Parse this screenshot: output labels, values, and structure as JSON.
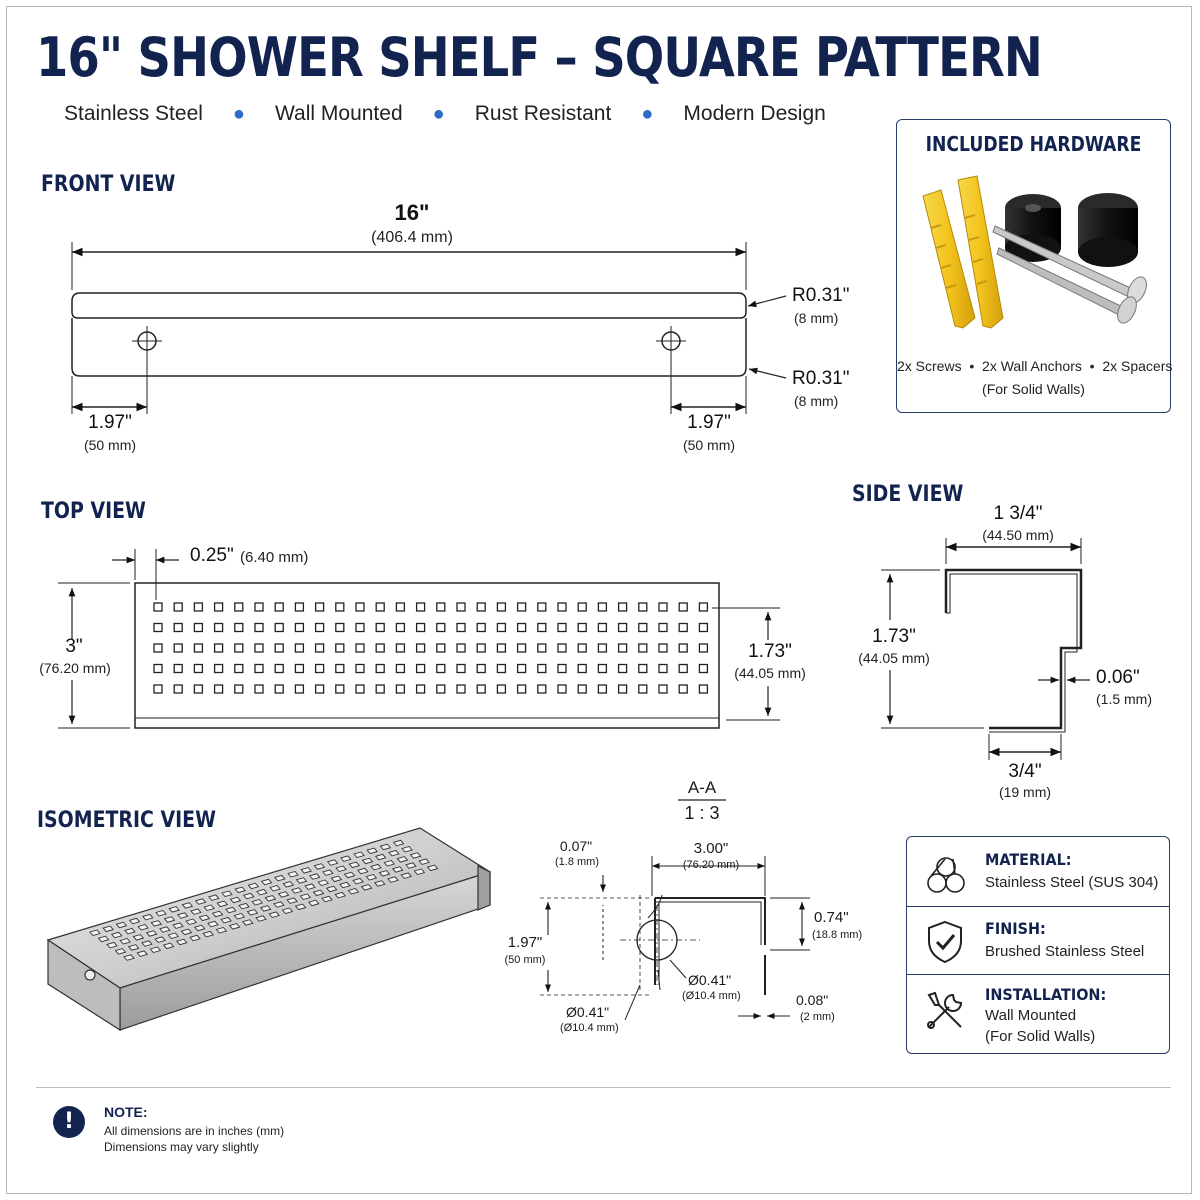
{
  "title": "16\" SHOWER SHELF – SQUARE PATTERN",
  "features": [
    "Stainless Steel",
    "Wall Mounted",
    "Rust Resistant",
    "Modern Design"
  ],
  "front_view": {
    "heading": "FRONT VIEW",
    "length": "16\"",
    "length_mm": "(406.4 mm)",
    "radius_top": "R0.31\"",
    "radius_top_mm": "(8 mm)",
    "radius_bottom": "R0.31\"",
    "radius_bottom_mm": "(8 mm)",
    "left_offset": "1.97\"",
    "left_offset_mm": "(50 mm)",
    "right_offset": "1.97\"",
    "right_offset_mm": "(50 mm)"
  },
  "top_view": {
    "heading": "TOP VIEW",
    "edge": "0.25\"",
    "edge_mm": "(6.40 mm)",
    "depth": "3\"",
    "depth_mm": "(76.20 mm)",
    "pattern": "1.73\"",
    "pattern_mm": "(44.05 mm)"
  },
  "side_view": {
    "heading": "SIDE VIEW",
    "top": "1 3/4\"",
    "top_mm": "(44.50 mm)",
    "height": "1.73\"",
    "height_mm": "(44.05 mm)",
    "thickness": "0.06\"",
    "thickness_mm": "(1.5 mm)",
    "bottom": "3/4\"",
    "bottom_mm": "(19 mm)"
  },
  "isometric_view": {
    "heading": "ISOMETRIC VIEW"
  },
  "section": {
    "label": "A-A",
    "scale": "1 : 3",
    "t1": "0.07\"",
    "t1_mm": "(1.8 mm)",
    "width": "3.00\"",
    "width_mm": "(76.20 mm)",
    "lip": "0.74\"",
    "lip_mm": "(18.8 mm)",
    "height": "1.97\"",
    "height_mm": "(50 mm)",
    "hole_right": "Ø0.41\"",
    "hole_right_mm": "(Ø10.4 mm)",
    "hole_left": "Ø0.41\"",
    "hole_left_mm": "(Ø10.4 mm)",
    "t2": "0.08\"",
    "t2_mm": "(2 mm)"
  },
  "hardware": {
    "title": "INCLUDED HARDWARE",
    "items": "2x Screws  •  2x Wall Anchors  •  2x Spacers",
    "note": "(For Solid Walls)",
    "anchor_color": "#f2c31c",
    "spacer_color": "#111111",
    "screw_color": "#b9b9b9"
  },
  "specs": [
    {
      "icon": "material-cylinders-icon",
      "title": "MATERIAL:",
      "value": "Stainless Steel (SUS 304)"
    },
    {
      "icon": "shield-check-icon",
      "title": "FINISH:",
      "value": "Brushed Stainless Steel"
    },
    {
      "icon": "tools-icon",
      "title": "INSTALLATION:",
      "value": "Wall Mounted",
      "value2": "(For Solid Walls)"
    }
  ],
  "note": {
    "title": "NOTE:",
    "line1": "All dimensions are in inches (mm)",
    "line2": "Dimensions may vary slightly"
  },
  "colors": {
    "navy": "#13234f",
    "accent": "#2b6cc4",
    "steel": "#c9c9c9"
  }
}
